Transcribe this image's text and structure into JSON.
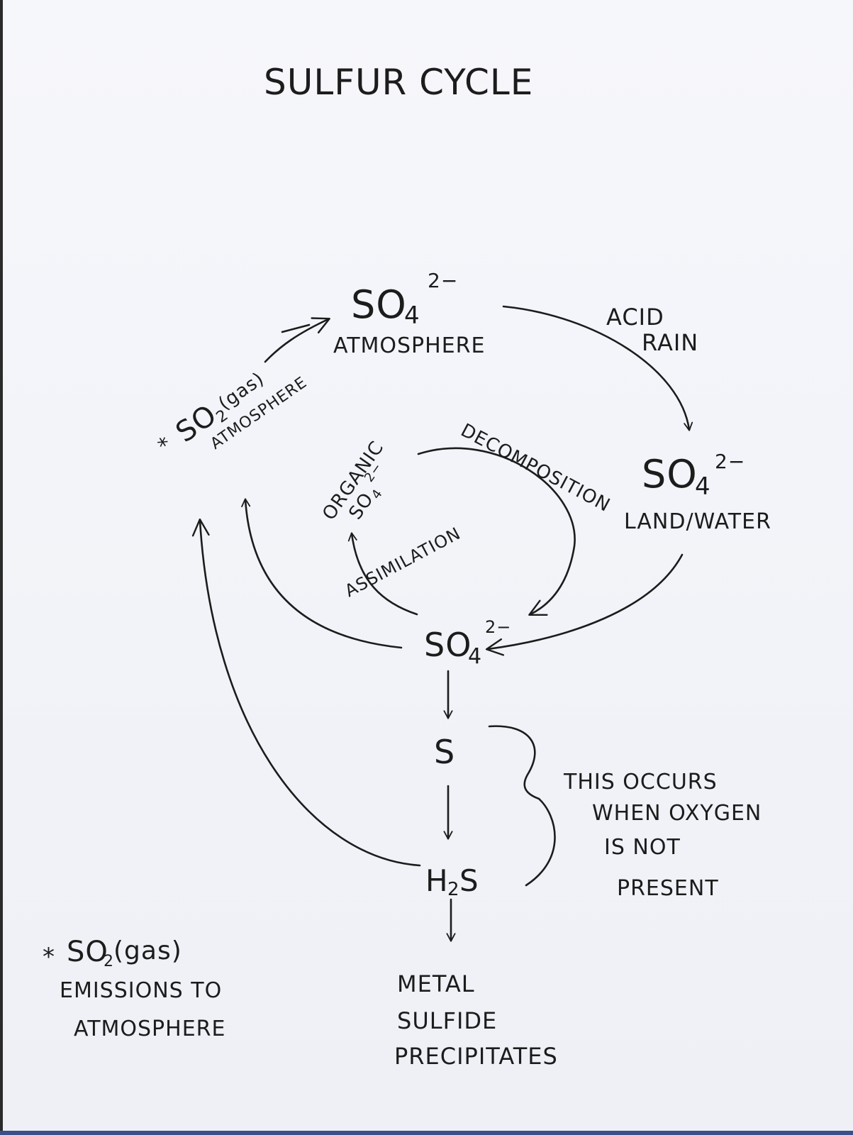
{
  "title": "SULFUR CYCLE",
  "nodes": {
    "so4_atmosphere": {
      "formula": "SO",
      "sub": "4",
      "sup": "2−",
      "label": "ATMOSPHERE"
    },
    "so4_land_water": {
      "formula": "SO",
      "sub": "4",
      "sup": "2−",
      "label": "LAND/WATER"
    },
    "so4_center": {
      "formula": "SO",
      "sub": "4",
      "sup": "2−"
    },
    "organic_so4": {
      "line1": "ORGANIC",
      "formula": "SO",
      "sub": "4",
      "sup": "2−"
    },
    "so2_gas": {
      "star": "*",
      "formula": "SO",
      "sub": "2",
      "suffix": "(gas)",
      "label": "ATMOSPHERE"
    },
    "s": {
      "text": "S"
    },
    "h2s": {
      "text": "H",
      "sub": "2",
      "text2": "S"
    },
    "metal_sulfide": {
      "line1": "METAL",
      "line2": "SULFIDE",
      "line3": "PRECIPITATES"
    }
  },
  "edge_labels": {
    "acid_rain_line1": "ACID",
    "acid_rain_line2": "RAIN",
    "decomposition": "DECOMPOSITION",
    "assimilation": "ASSIMILATION"
  },
  "annotation": {
    "line1": "THIS OCCURS",
    "line2": "WHEN OXYGEN",
    "line3": "IS NOT",
    "line4": "PRESENT"
  },
  "footnote": {
    "star": "*",
    "formula": "SO",
    "sub": "2",
    "suffix": "(gas)",
    "line2": "EMISSIONS TO",
    "line3": "ATMOSPHERE"
  }
}
